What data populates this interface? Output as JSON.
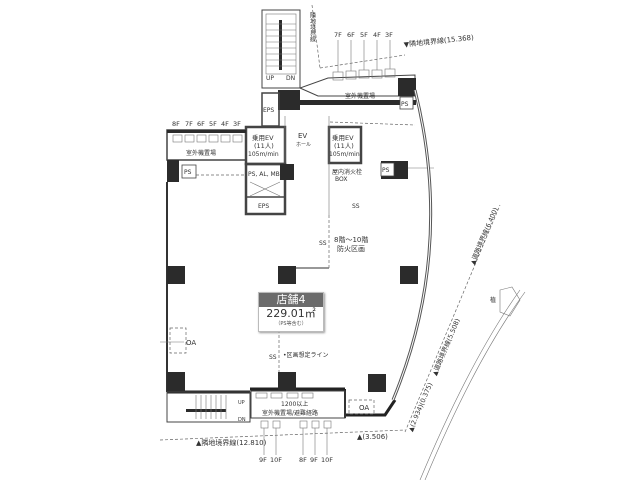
{
  "unit": {
    "name": "店舗4",
    "area": "229.01㎡",
    "note": "（PS等含む）"
  },
  "rooms": {
    "ev_hall": "EV",
    "ev_hall_sub": "ホール",
    "ev_left_1": "乗用EV",
    "ev_left_2": "(11人)",
    "ev_left_3": "105m/min",
    "ev_right_1": "乗用EV",
    "ev_right_2": "(11人)",
    "ev_right_3": "105m/min",
    "eps_top": "EPS",
    "eps_bottom": "EPS",
    "ps_al_mb": "PS, AL, MB",
    "ps_left": "PS",
    "ps_right": "PS",
    "ps_top_right": "PS",
    "hydrant_1": "屋内消火栓",
    "hydrant_2": "BOX",
    "outdoor_unit_top": "室外機置場",
    "outdoor_unit_left": "室外機置場",
    "outdoor_unit_bottom": "室外機置場/避難経路",
    "clearance": "1200以上"
  },
  "stairs": {
    "top_up": "UP",
    "top_dn": "DN",
    "bottom_up": "UP",
    "bottom_dn": "DN"
  },
  "annotations": {
    "ss1": "SS",
    "ss2": "SS",
    "ss3": "SS",
    "fire_zone_1": "8階～10階",
    "fire_zone_2": "防火区画",
    "zone_line": "•区画想定ライン",
    "oa_left": "OA",
    "oa_right": "OA"
  },
  "floor_tags": {
    "top": [
      "7F",
      "6F",
      "5F",
      "4F",
      "3F"
    ],
    "left": [
      "8F",
      "7F",
      "6F",
      "5F",
      "4F",
      "3F"
    ],
    "bottom": [
      "9F",
      "10F",
      "8F",
      "9F",
      "10F"
    ]
  },
  "boundaries": {
    "top_vertical": "隣地境界線",
    "top_right": "▼隣地境界線(15.368)",
    "bottom": "▲隣地境界線(12.810)",
    "bottom_right": "▲(3.506)",
    "road_1": "▲道路境界線(6.400)",
    "road_2": "▲道路境界線(5.508)",
    "road_3": "▲(2.934)(0.375)",
    "side_label": "植"
  }
}
